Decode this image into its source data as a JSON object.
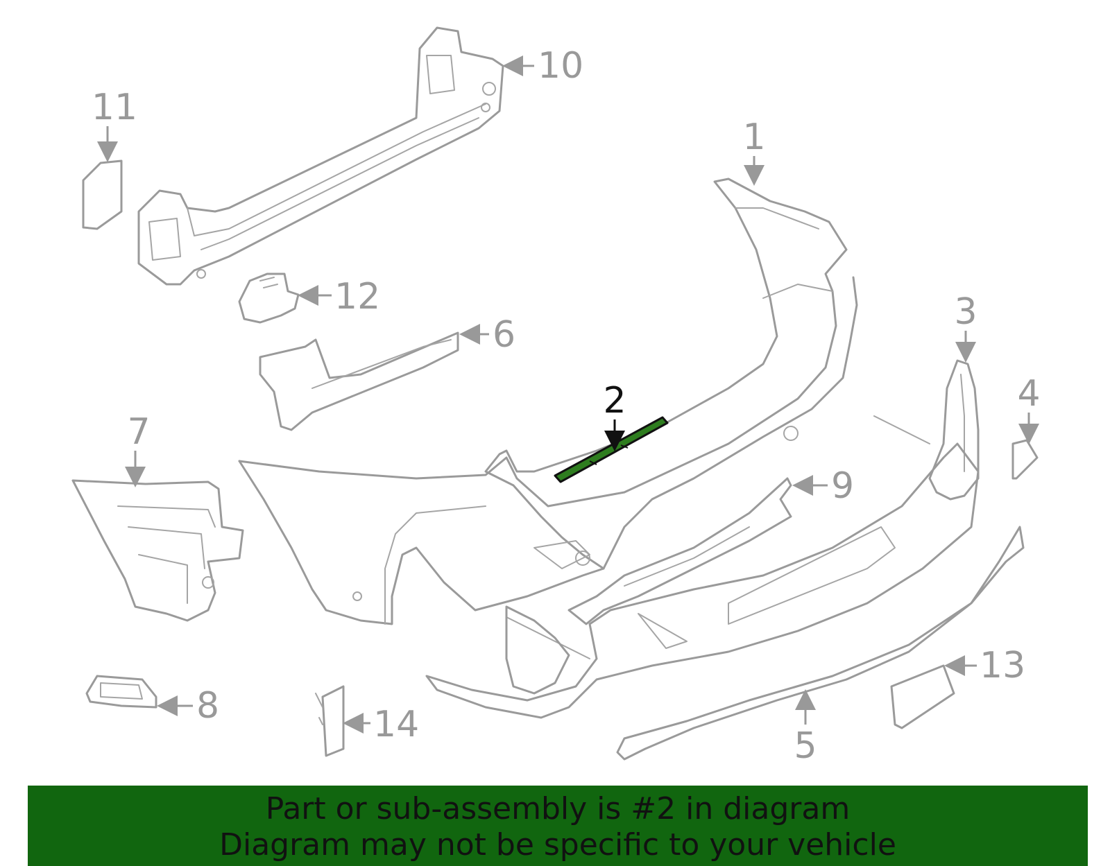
{
  "diagram": {
    "highlighted_part": "2",
    "highlight_color": "#2e7d1f",
    "callouts": {
      "c1": "1",
      "c2": "2",
      "c3": "3",
      "c4": "4",
      "c5": "5",
      "c6": "6",
      "c7": "7",
      "c8": "8",
      "c9": "9",
      "c10": "10",
      "c11": "11",
      "c12": "12",
      "c13": "13",
      "c14": "14"
    }
  },
  "banner": {
    "line1": "Part or sub-assembly is #2 in diagram",
    "line2": "Diagram may not be specific to your vehicle",
    "background": "#11660f"
  }
}
